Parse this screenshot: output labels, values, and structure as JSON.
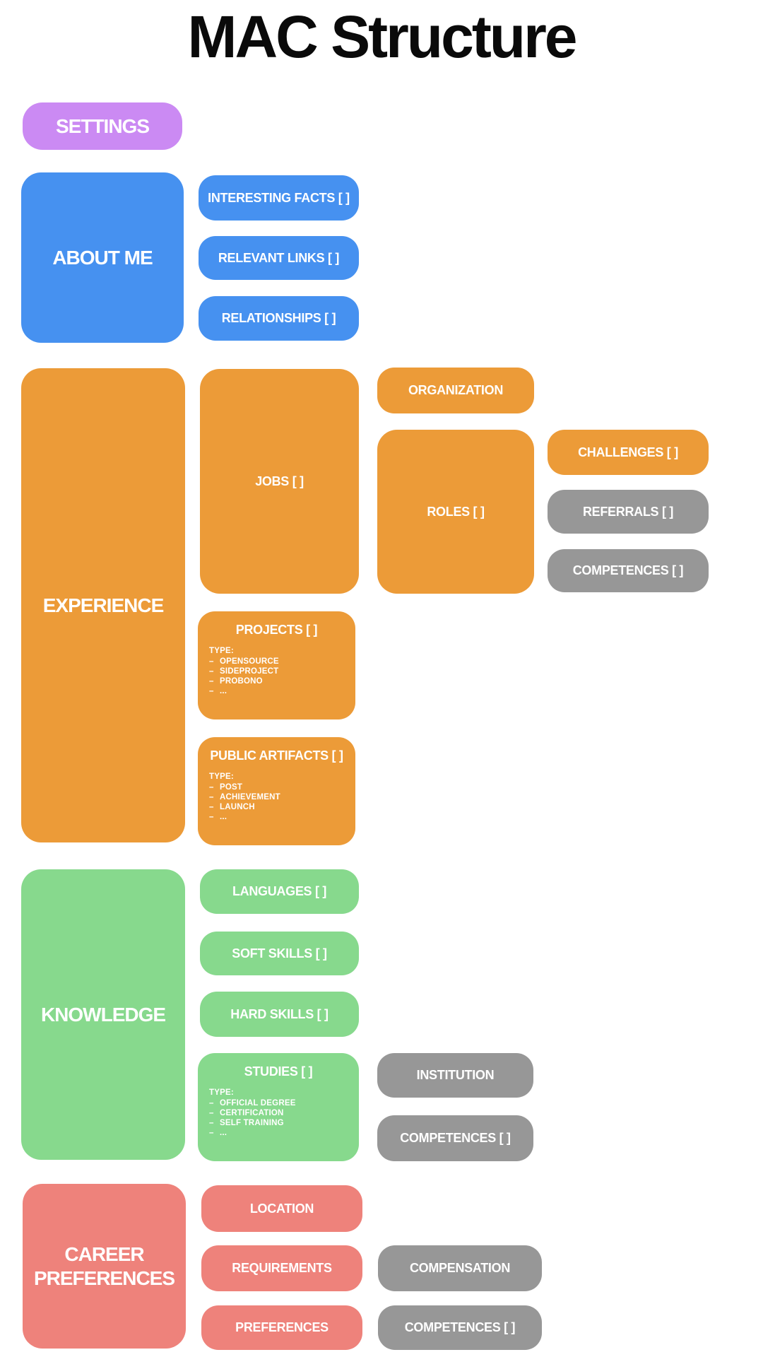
{
  "title": "MAC Structure",
  "glyphs": {
    "dash": "–"
  },
  "palette": {
    "purple": "#cb8af3",
    "blue": "#4691f0",
    "orange": "#ec9b38",
    "green": "#87d98d",
    "red": "#ee827b",
    "gray": "#979797",
    "text": "#ffffff",
    "title_text": "#0a0a0a"
  },
  "settings": {
    "label": "SETTINGS"
  },
  "about_me": {
    "label": "ABOUT ME",
    "interesting_facts": {
      "label": "INTERESTING FACTS [ ]"
    },
    "relevant_links": {
      "label": "RELEVANT LINKS [ ]"
    },
    "relationships": {
      "label": "RELATIONSHIPS [ ]"
    }
  },
  "experience": {
    "label": "EXPERIENCE",
    "jobs": {
      "label": "JOBS [ ]"
    },
    "organization": {
      "label": "ORGANIZATION"
    },
    "roles": {
      "label": "ROLES [ ]"
    },
    "challenges": {
      "label": "CHALLENGES [ ]"
    },
    "referrals": {
      "label": "REFERRALS [ ]"
    },
    "competences": {
      "label": "COMPETENCES [ ]"
    },
    "projects": {
      "label": "PROJECTS [ ]",
      "type_heading": "TYPE:",
      "types": [
        "OPENSOURCE",
        "SIDEPROJECT",
        "PROBONO",
        "..."
      ]
    },
    "public_artifacts": {
      "label": "PUBLIC ARTIFACTS [ ]",
      "type_heading": "TYPE:",
      "types": [
        "POST",
        "ACHIEVEMENT",
        "LAUNCH",
        "..."
      ]
    }
  },
  "knowledge": {
    "label": "KNOWLEDGE",
    "languages": {
      "label": "LANGUAGES [ ]"
    },
    "soft_skills": {
      "label": "SOFT SKILLS [ ]"
    },
    "hard_skills": {
      "label": "HARD SKILLS [ ]"
    },
    "studies": {
      "label": "STUDIES [ ]",
      "type_heading": "TYPE:",
      "types": [
        "OFFICIAL DEGREE",
        "CERTIFICATION",
        "SELF TRAINING",
        "..."
      ]
    },
    "institution": {
      "label": "INSTITUTION"
    },
    "competences": {
      "label": "COMPETENCES [ ]"
    }
  },
  "career_preferences": {
    "label": "CAREER PREFERENCES",
    "location": {
      "label": "LOCATION"
    },
    "requirements": {
      "label": "REQUIREMENTS"
    },
    "preferences": {
      "label": "PREFERENCES"
    },
    "compensation": {
      "label": "COMPENSATION"
    },
    "competences": {
      "label": "COMPETENCES [ ]"
    }
  }
}
